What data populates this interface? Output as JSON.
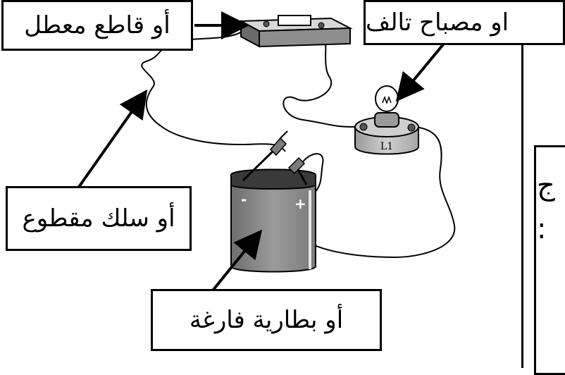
{
  "labels": {
    "broken_switch": "أو قاطع معطل",
    "burnt_lamp": "او مصباح تالف",
    "cut_wire": "أو سلك مقطوع",
    "empty_battery": "أو بطارية فارغة"
  },
  "components": {
    "lamp_tag": "L1",
    "battery_minus": "-",
    "battery_plus": "+"
  },
  "right_panel": {
    "line_1": "ج",
    "line_2": ":"
  },
  "colors": {
    "ink": "#000000",
    "battery_body": "#8c8c8c",
    "battery_top": "#3a3a3a",
    "switch_body": "#9a9a9a",
    "lamp_base": "#bdbdbd"
  },
  "icons": [
    "arrow-icon",
    "switch-icon",
    "lamp-icon",
    "battery-icon",
    "clip-icon"
  ]
}
